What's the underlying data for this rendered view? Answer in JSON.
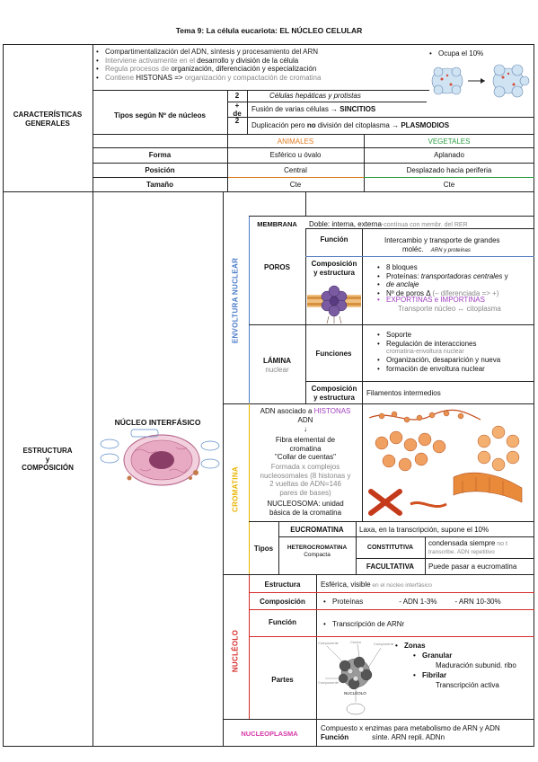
{
  "title": "Tema 9: La célula eucariota: EL NÚCLEO CELULAR",
  "general": {
    "label_line1": "CARACTERÍSTICAS",
    "label_line2": "GENERALES",
    "bullets": [
      "Compartimentalización del ADN, síntesis y procesamiento del ARN",
      "Interviene activamente en el desarrollo y división de la célula",
      "Regula procesos de organización, diferenciación y especialización",
      "Contiene HISTONAS => organización y compactación de cromatina"
    ],
    "bullet_b1_pre": "Interviene activamente en el ",
    "bullet_b1_post": "desarrollo y división de la célula",
    "bullet_b2_pre": "Regula procesos de ",
    "bullet_b2_post": "organización, diferenciación y especialización",
    "bullet_b3_pre": "Contiene ",
    "bullet_b3_mid": "HISTONAS =>",
    "bullet_b3_post": " organización y compactación de cromatina",
    "ocupa": "Ocupa el 10%",
    "tipos_label": "Tipos según Nº de núcleos",
    "tipos": [
      {
        "n": "2",
        "text": "Células hepáticas y protistas"
      },
      {
        "n_a": "+",
        "n_b": "de",
        "n_c": "2",
        "text_pre": "Fusión de varias células → ",
        "text_bold": "SINCITIOS"
      },
      {
        "text_pre": "Duplicación pero ",
        "text_mid": "no",
        "text_mid2": " división del citoplasma → ",
        "text_bold": "PLASMODIOS"
      }
    ],
    "animales": "ANIMALES",
    "vegetales": "VEGETALES",
    "rows": [
      {
        "label": "Forma",
        "animal": "Esférico u óvalo",
        "vegetal": "Aplanado"
      },
      {
        "label": "Posición",
        "animal": "Central",
        "vegetal": "Desplazado hacia periferia"
      },
      {
        "label": "Tamaño",
        "animal": "Cte",
        "vegetal": "Cte"
      }
    ]
  },
  "estructura": {
    "label_1": "ESTRUCTURA",
    "label_2": "y",
    "label_3": "COMPOSICIÓN",
    "nucleo_title": "NÚCLEO INTERFÁSICO",
    "envoltura": "ENVOLTURA NUCLEAR",
    "cromatina": "CROMATINA",
    "nucleolo": "NUCLÉOLO",
    "membrana": {
      "label": "MEMBRANA",
      "text": "Doble: interna, externa",
      "extra": "-contínua con membr. del RER"
    },
    "poros": {
      "label": "POROS",
      "funcion_label": "Función",
      "funcion_1": "Intercambio y transporte de grandes",
      "funcion_2": "moléc.",
      "funcion_small": "ARN y proteínas",
      "comp_label_1": "Composición",
      "comp_label_2": "y estructura",
      "items": [
        "8 bloques",
        "Proteínas: transportadoras centrales y",
        "de anclaje"
      ],
      "item_prot_pre": "Proteínas: ",
      "item_prot_it": "transportadoras centrales",
      "item_prot_post": " y",
      "item_anclaje": "de anclaje",
      "item_n_pre": "Nº de poros Δ",
      "item_n_post": " (– diferenciada => +)",
      "export": "EXPORTINAS e IMPORTINAS",
      "transporte": "Transporte núcleo ↔ citoplasma"
    },
    "lamina": {
      "label": "LÁMINA",
      "sub": "nuclear",
      "funciones_label": "Funciones",
      "funciones": [
        "Soporte",
        "Regulación de interacciones"
      ],
      "fun_gray": "cromatina-envoltura nuclear",
      "fun_last_1": "Organización, desaparición y nueva",
      "fun_last_2": "formación de envoltura nuclear",
      "comp_label_1": "Composición",
      "comp_label_2": "y estructura",
      "comp_text": "Filamentos intermedios"
    },
    "crom": {
      "adn_pre": "ADN asociado a ",
      "adn_hl": "HISTONAS",
      "adn2": "ADN",
      "arrow": "↓",
      "fibra_1": "Fibra elemental de",
      "fibra_2": "cromatina",
      "collar": "\"Collar de cuentas\"",
      "formada_1": "Formada x complejos",
      "formada_2": "nucleosomales (8 histonas y",
      "formada_3": "2 vueltas de ADN=146",
      "formada_4": "pares de bases)",
      "nucleosoma_1": "NUCLEOSOMA: unidad",
      "nucleosoma_2": "básica de la cromatina",
      "tipos_label": "Tipos",
      "eucro": "EUCROMATINA",
      "eucro_text": "Laxa, en la transcripción, supone el 10%",
      "hetero": "HETEROCROMATINA",
      "hetero_sub": "Compacta",
      "constitutiva": "CONSTITUTIVA",
      "const_1": "condensada siempre",
      "const_1b": " no t",
      "const_2": "transcribe. ADN repetitivo",
      "facultativa": "FACULTATIVA",
      "facul_text": "Puede pasar a eucromatina"
    },
    "nucleolo_rows": {
      "estructura_label": "Estructura",
      "estructura_text": "Esférica, visible",
      "estructura_small": " en el núcleo interfásico",
      "composicion_label": "Composición",
      "comp_prot": "Proteínas",
      "comp_adn": "- ADN 1-3%",
      "comp_arn": "- ARN 10-30%",
      "funcion_label": "Función",
      "funcion_text": "Transcripción de ARNr",
      "partes_label": "Partes",
      "zonas": "Zonas",
      "granular": "Granular",
      "granular_d": "Maduración subunid. ribo",
      "fibrilar": "Fibrilar",
      "fibrilar_d": "Transcripción activa",
      "fig_label": "NUCLÉOLO"
    },
    "nucleoplasma": {
      "label": "NUCLEOPLASMA",
      "line1": "Compuesto x enzimas para metabolismo de ARN y ADN",
      "funcion": "Función",
      "line2": "sínte. ARN repli. ADNn"
    }
  },
  "colors": {
    "animal": "#e07b22",
    "vegetal": "#2e9e44",
    "envoltura": "#4a7bc8",
    "cromatina": "#e8b400",
    "nucleolo": "#d62b2b",
    "histonas": "#a040c0",
    "nucleoplasma": "#d63aa8"
  }
}
